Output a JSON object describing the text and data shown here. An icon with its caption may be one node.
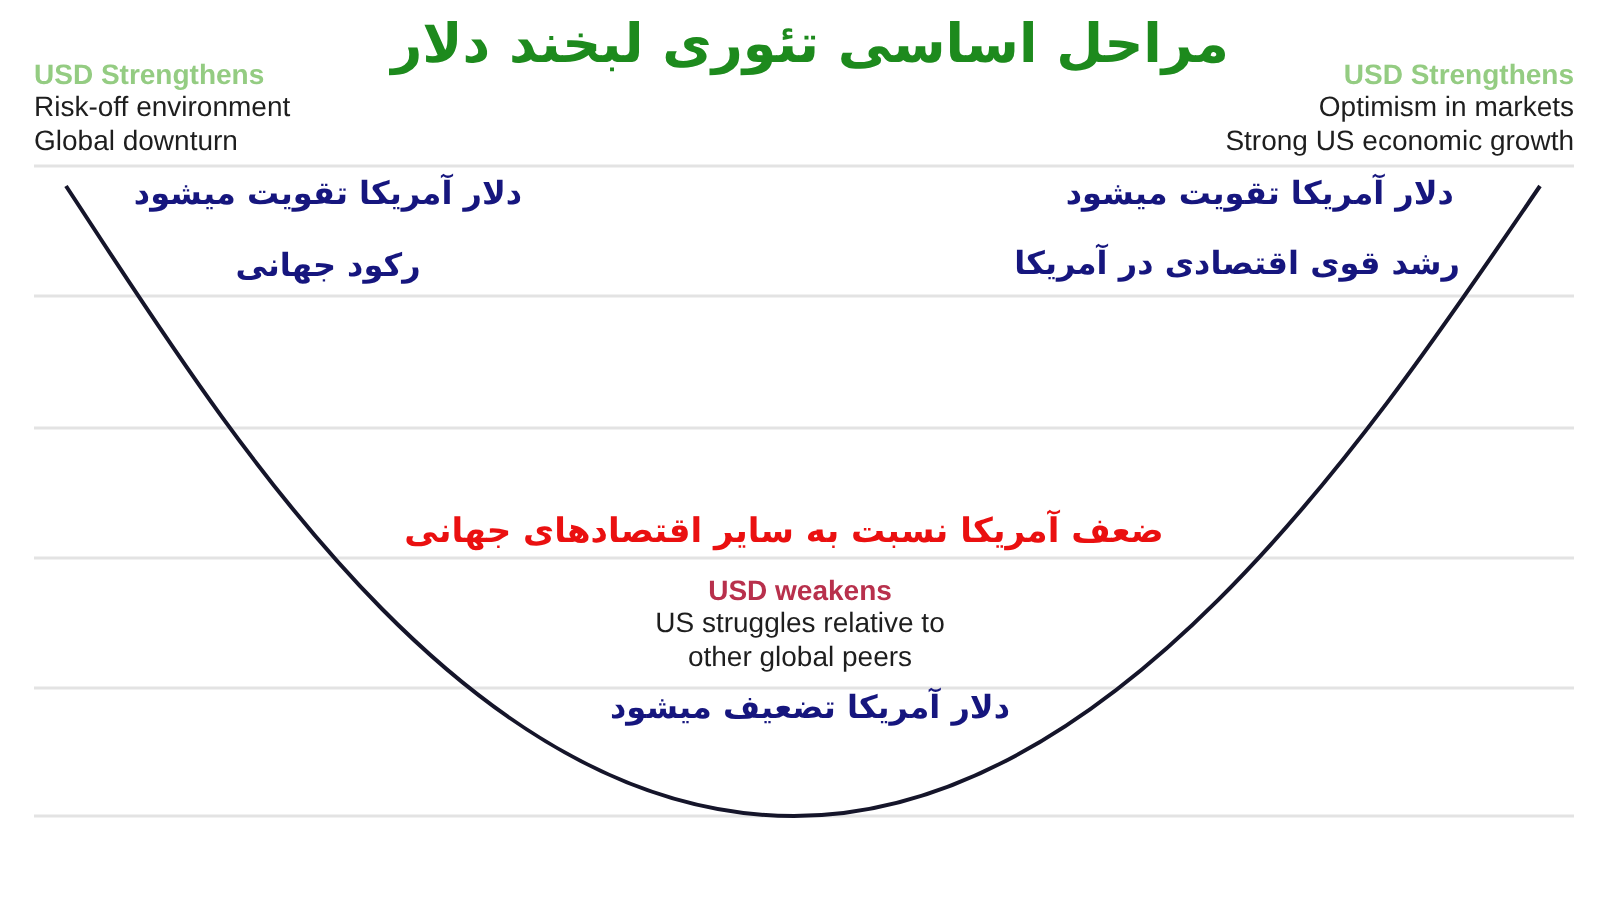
{
  "diagram": {
    "title": "مراحل اساسی تئوری لبخند دلار",
    "labels": [
      "USD Strengthens",
      "Risk-off environment",
      "Global downturn",
      "USD Strengthens",
      "Optimism in markets",
      "Strong US economic growth",
      "دلار آمریکا تقویت میشود",
      "رکود جهانی",
      "دلار آمریکا تقویت میشود",
      "رشد قوی اقتصادی در آمریکا",
      "ضعف آمریکا نسبت به سایر اقتصادهای جهانی",
      "USD weakens",
      "US struggles relative to other global peers",
      "دلار آمریکا تضعیف میشود"
    ]
  }
}
